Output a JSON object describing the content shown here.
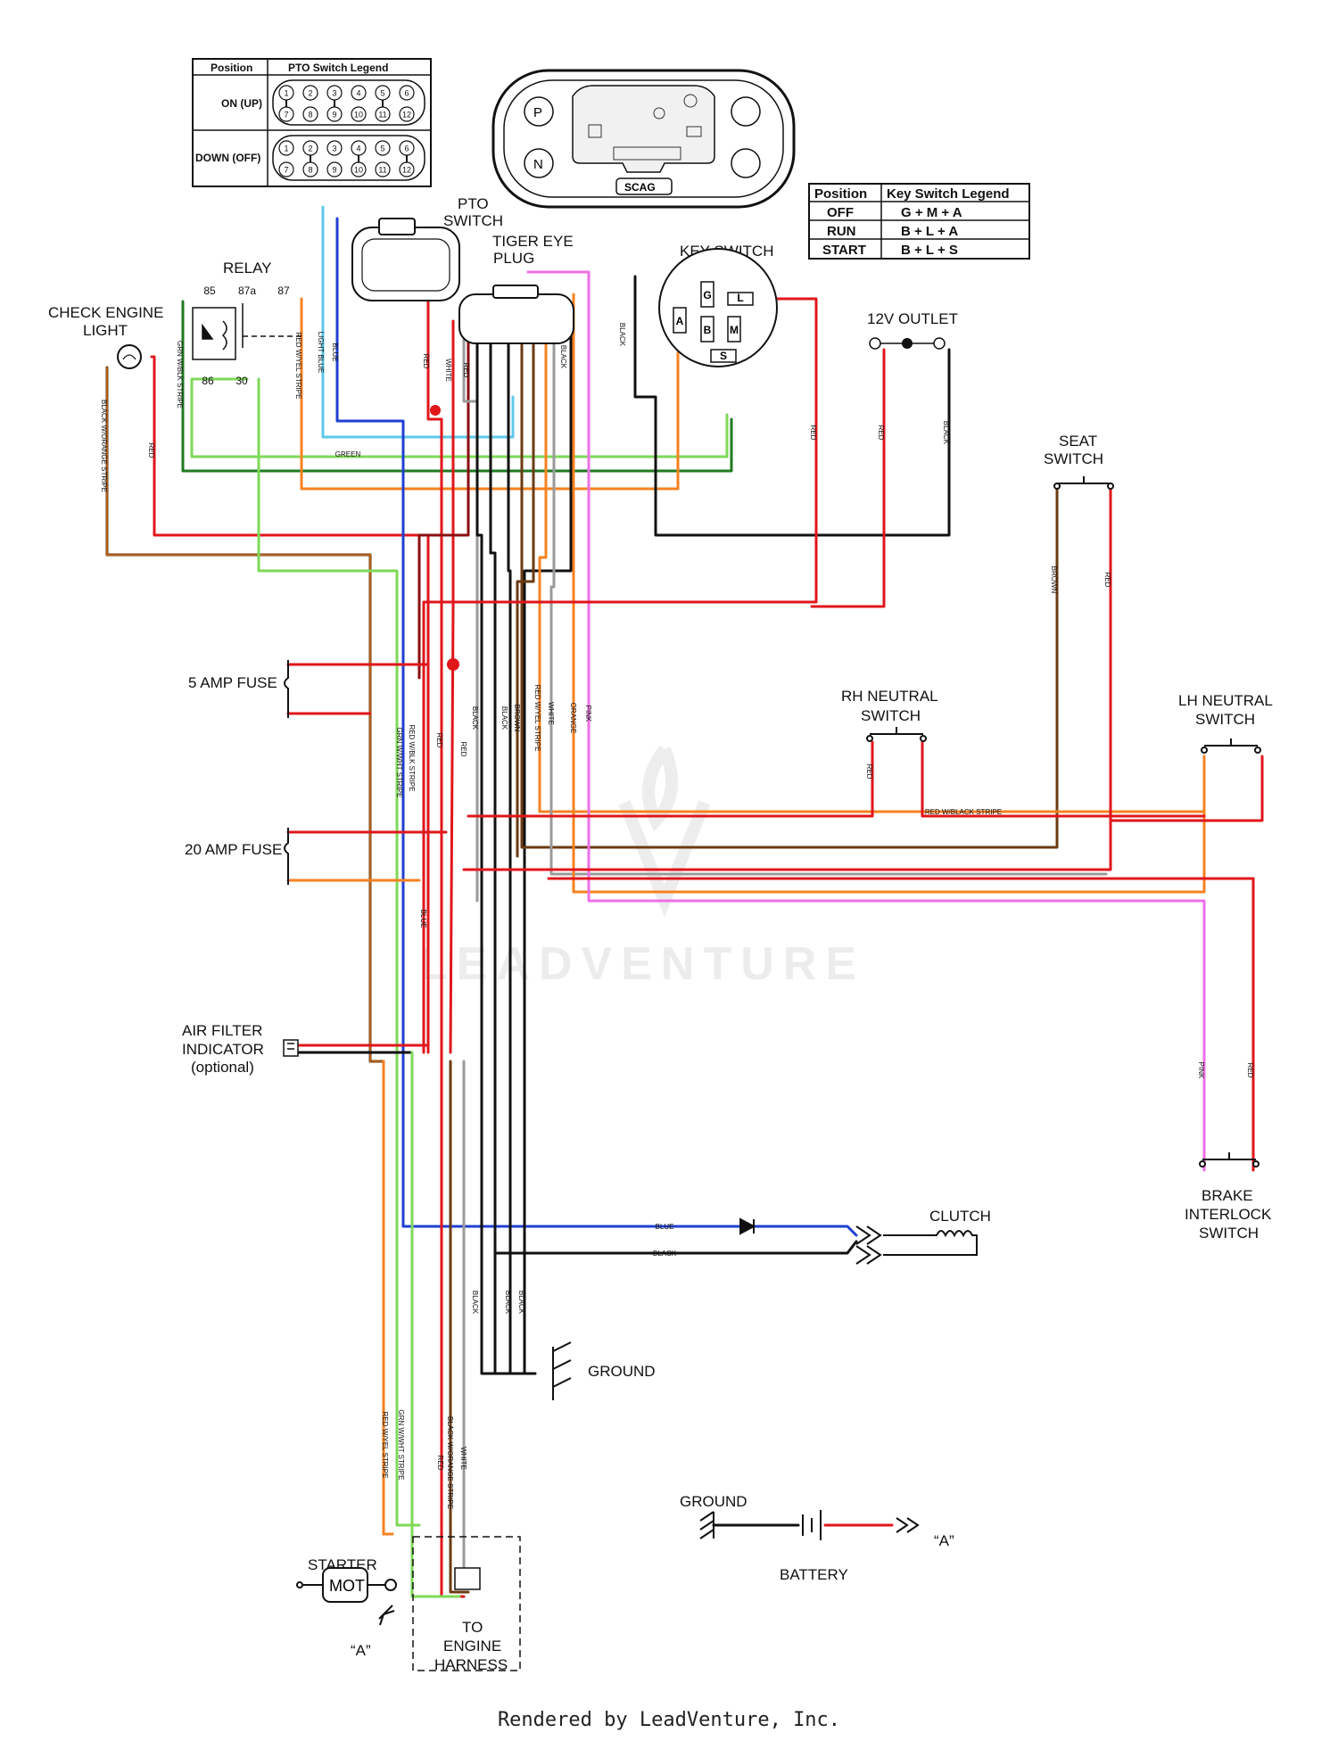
{
  "labels": {
    "pto_switch": [
      "PTO",
      "SWITCH"
    ],
    "tiger_eye_plug": [
      "TIGER EYE",
      "PLUG"
    ],
    "key_switch": "KEY SWITCH",
    "relay": "RELAY",
    "check_engine_light": [
      "CHECK ENGINE",
      "LIGHT"
    ],
    "outlet_12v": "12V OUTLET",
    "seat_switch": [
      "SEAT",
      "SWITCH"
    ],
    "rh_neutral_switch": [
      "RH NEUTRAL",
      "SWITCH"
    ],
    "lh_neutral_switch": [
      "LH NEUTRAL",
      "SWITCH"
    ],
    "fuse_5a": "5 AMP FUSE",
    "fuse_20a": "20 AMP FUSE",
    "air_filter_indicator": [
      "AIR FILTER",
      "INDICATOR",
      "(optional)"
    ],
    "clutch": "CLUTCH",
    "ground_main": "GROUND",
    "ground_battery": "GROUND",
    "brake_interlock_switch": [
      "BRAKE",
      "INTERLOCK",
      "SWITCH"
    ],
    "battery": "BATTERY",
    "starter": "STARTER",
    "starter_a": "“A”",
    "battery_a": "“A”",
    "engine_harness": [
      "TO",
      "ENGINE",
      "HARNESS"
    ],
    "motor": "MOT",
    "relay_pins": [
      "85",
      "87a",
      "87",
      "86",
      "30"
    ],
    "key_pins": [
      "G",
      "L",
      "A",
      "B",
      "M",
      "S"
    ]
  },
  "pto_legend": {
    "headers": [
      "Position",
      "PTO Switch Legend"
    ],
    "rows": [
      {
        "position": "ON (UP)",
        "pins": [
          "1",
          "2",
          "3",
          "4",
          "5",
          "6",
          "7",
          "8",
          "9",
          "10",
          "11",
          "12"
        ]
      },
      {
        "position": "DOWN (OFF)",
        "pins": [
          "1",
          "2",
          "3",
          "4",
          "5",
          "6",
          "7",
          "8",
          "9",
          "10",
          "11",
          "12"
        ]
      }
    ]
  },
  "key_legend": {
    "headers": [
      "Position",
      "Key Switch Legend"
    ],
    "rows": [
      {
        "position": "OFF",
        "value": "G + M + A"
      },
      {
        "position": "RUN",
        "value": "B + L + A"
      },
      {
        "position": "START",
        "value": "B + L + S"
      }
    ]
  },
  "dash_display": {
    "brand": "SCAG",
    "buttons": [
      "P",
      "N"
    ]
  },
  "wire_labels": {
    "black_orange": "BLACK W/ORANGE STRIPE",
    "red": "RED",
    "green": "GREEN",
    "grn_blk": "GRN W/BLK STRIPE",
    "red_yel": "RED W/YEL STRIPE",
    "blue": "BLUE",
    "light_blue": "LIGHT BLUE",
    "white": "WHITE",
    "black": "BLACK",
    "brown": "BROWN",
    "orange": "ORANGE",
    "pink": "PINK",
    "red_blk": "RED W/BLACK STRIPE",
    "red_blk2": "RED W/BLK STRIPE",
    "grn_wht": "GRN W/WHT STRIPE"
  },
  "colors": {
    "red": "#e0161b",
    "black": "#111111",
    "green": "#7ed957",
    "dark_green": "#1f7a1f",
    "orange": "#f58220",
    "blue": "#1f3fd1",
    "light_blue": "#5ec8e8",
    "pink": "#ee6fe6",
    "brown": "#6b3b12",
    "white_wire": "#9a9a9a",
    "dark_red": "#8b0e12"
  },
  "watermark": "LEADVENTURE",
  "footer": "Rendered by LeadVenture, Inc."
}
